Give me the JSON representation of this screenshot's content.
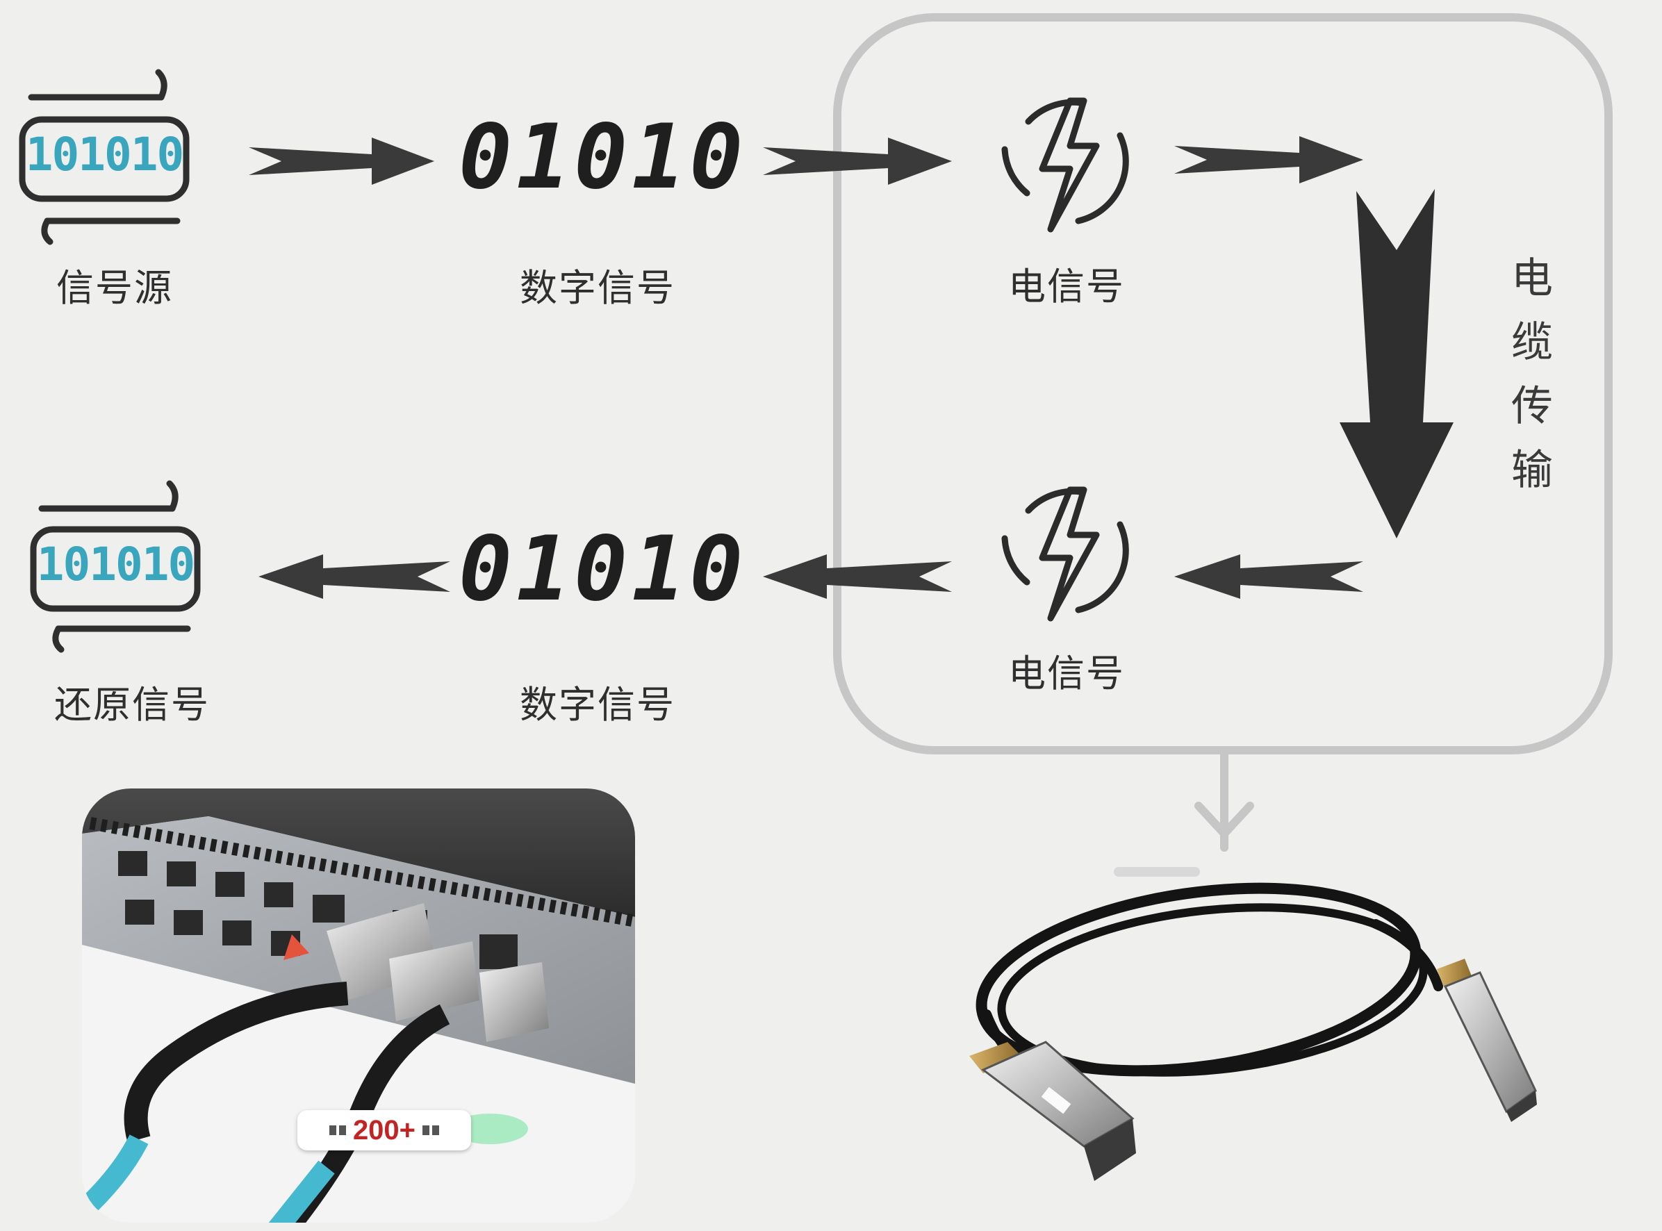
{
  "diagram": {
    "source": {
      "chip_digits": "101010",
      "label": "信号源"
    },
    "digital_top": {
      "digits": "01010",
      "label": "数字信号"
    },
    "electric_top": {
      "icon": "lightning-icon",
      "label": "电信号"
    },
    "cable_transmission": {
      "chars": [
        "电",
        "缆",
        "传",
        "输"
      ]
    },
    "electric_bottom": {
      "icon": "lightning-icon",
      "label": "电信号"
    },
    "digital_bottom": {
      "digits": "01010",
      "label": "数字信号"
    },
    "restored": {
      "chip_digits": "101010",
      "label": "还原信号"
    }
  },
  "photos": {
    "switch_photo": {
      "badge": "200+"
    },
    "cable_photo": {}
  },
  "colors": {
    "background": "#efefee",
    "accent_chip_text": "#3aa6bd",
    "arrow": "#3a3a3a",
    "frame": "#c4c4c4",
    "badge_text": "#c22424"
  }
}
